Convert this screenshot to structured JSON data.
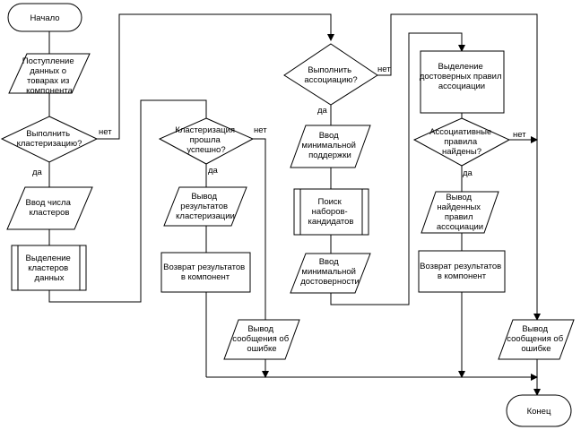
{
  "diagram": {
    "nodes": {
      "start": "Начало",
      "input_goods": [
        "Поступление",
        "данных о",
        "товарах из",
        "компонента"
      ],
      "dec_cluster": [
        "Выполнить",
        "кластеризацию?"
      ],
      "input_k": [
        "Ввод числа",
        "кластеров"
      ],
      "proc_cluster": [
        "Выделение",
        "кластеров",
        "данных"
      ],
      "dec_cluster_ok": [
        "Кластеризация",
        "прошла",
        "успешно?"
      ],
      "out_cluster": [
        "Вывод",
        "результатов",
        "кластеризации"
      ],
      "proc_return1": [
        "Возврат результатов",
        "в компонент"
      ],
      "out_err1": [
        "Вывод",
        "сообщения об",
        "ошибке"
      ],
      "dec_assoc": [
        "Выполнить",
        "ассоциацию?"
      ],
      "input_support": [
        "Ввод",
        "минимальной",
        "поддержки"
      ],
      "proc_candidates": [
        "Поиск",
        "наборов-",
        "кандидатов"
      ],
      "input_confidence": [
        "Ввод",
        "минимальной",
        "достоверности"
      ],
      "proc_rules": [
        "Выделение",
        "достоверных правил",
        "ассоциации"
      ],
      "dec_rules": [
        "Ассоциативные",
        "правила",
        "найдены?"
      ],
      "out_rules": [
        "Вывод",
        "найденных",
        "правил",
        "ассоциации"
      ],
      "proc_return2": [
        "Возврат результатов",
        "в компонент"
      ],
      "out_err2": [
        "Вывод",
        "сообщения об",
        "ошибке"
      ],
      "end": "Конец"
    },
    "edge_labels": {
      "cluster_no": "нет",
      "cluster_yes": "да",
      "cluster_ok_no": "нет",
      "cluster_ok_yes": "да",
      "assoc_no": "нет",
      "assoc_yes": "да",
      "rules_no": "нет",
      "rules_yes": "да"
    }
  }
}
